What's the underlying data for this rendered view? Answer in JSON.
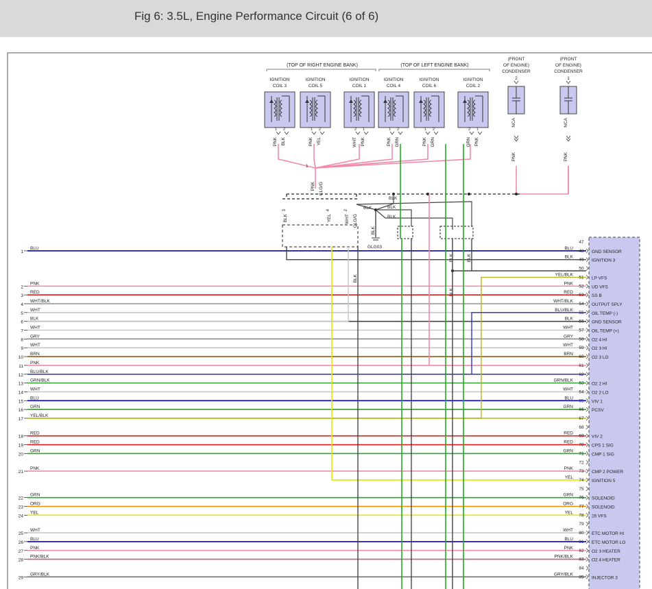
{
  "title": "Fig 6: 3.5L, Engine Performance Circuit (6 of 6)",
  "groups": [
    {
      "label": "(TOP OF RIGHT ENGINE BANK)"
    },
    {
      "label": "(TOP OF LEFT ENGINE BANK)"
    }
  ],
  "coils": [
    {
      "l1": "IGNITION",
      "l2": "COIL 3",
      "p1": "PNK",
      "n1": "1",
      "p2": "BLK",
      "n2": "2"
    },
    {
      "l1": "IGNITION",
      "l2": "COIL 5",
      "p1": "PNK",
      "n1": "1",
      "p2": "YEL",
      "n2": "2"
    },
    {
      "l1": "IGNITION",
      "l2": "COIL 1",
      "p1": "WHT",
      "n1": "2",
      "p2": "PNK",
      "n2": "1"
    },
    {
      "l1": "IGNITION",
      "l2": "COIL 4",
      "p1": "PNK",
      "n1": "1",
      "p2": "GRN",
      "n2": "2"
    },
    {
      "l1": "IGNITION",
      "l2": "COIL 6",
      "p1": "PNK",
      "n1": "1",
      "p2": "GRN",
      "n2": "2"
    },
    {
      "l1": "IGNITION",
      "l2": "COIL 2",
      "p1": "GRN",
      "n1": "2",
      "p2": "PNK",
      "n2": "1"
    }
  ],
  "condensers": [
    {
      "l1": "(FRONT",
      "l2": "OF ENGINE)",
      "l3": "CONDENSER",
      "pin": "2",
      "nca": "NCA",
      "wire": "PNK"
    },
    {
      "l1": "(FRONT",
      "l2": "OF ENGINE)",
      "l3": "CONDENSER",
      "pin": "1",
      "nca": "NCA",
      "wire": "PNK"
    }
  ],
  "splice": {
    "pin": "1",
    "wire": "PNK",
    "code": "CLG/G"
  },
  "connector": {
    "w1": "BLK",
    "p1": "3",
    "w2": "YEL",
    "p2": "4",
    "w3": "WHT",
    "p3": "2",
    "code": "CLG/G"
  },
  "ground": {
    "label": "GLG03",
    "wire": "BLK"
  },
  "bus_labels": {
    "a": "BLK",
    "b": "BLK",
    "c": "BLK",
    "d": "BLK",
    "e": "BLK",
    "f": "BLK",
    "g": "BLK",
    "h": "BLK",
    "i": "BLK"
  },
  "rows": [
    {
      "n": "1",
      "lw": "BLU",
      "c": "#0000cc",
      "pin": "48",
      "rw": "BLU",
      "func": "GND SENSOR"
    },
    {
      "n": "",
      "lw": "",
      "c": "",
      "pin": "49",
      "rw": "BLK",
      "func": "IGNITION 3"
    },
    {
      "n": "",
      "lw": "",
      "c": "",
      "pin": "50",
      "rw": "",
      "func": ""
    },
    {
      "n": "",
      "lw": "",
      "c": "",
      "pin": "51",
      "rw": "YEL/BLK",
      "func": "LP VFS"
    },
    {
      "n": "2",
      "lw": "PNK",
      "c": "#f08aa8",
      "pin": "52",
      "rw": "PNK",
      "func": "UD VFS"
    },
    {
      "n": "3",
      "lw": "RED",
      "c": "#e01818",
      "pin": "53",
      "rw": "RED",
      "func": "SS B"
    },
    {
      "n": "4",
      "lw": "WHT/BLK",
      "c": "#9a9a9a",
      "pin": "54",
      "rw": "WHT/BLK",
      "func": "OUTPUT SPLY"
    },
    {
      "n": "5",
      "lw": "WHT",
      "c": "#c8c8c8",
      "pin": "55",
      "rw": "BLU/BLK",
      "func": "OIL TEMP (-)"
    },
    {
      "n": "6",
      "lw": "BLK",
      "c": "#444444",
      "pin": "56",
      "rw": "BLK",
      "func": "GND SENSOR"
    },
    {
      "n": "7",
      "lw": "WHT",
      "c": "#c8c8c8",
      "pin": "57",
      "rw": "WHT",
      "func": "OIL TEMP (+)"
    },
    {
      "n": "8",
      "lw": "GRY",
      "c": "#8c8c8c",
      "pin": "58",
      "rw": "GRY",
      "func": "O2 4 HI"
    },
    {
      "n": "9",
      "lw": "WHT",
      "c": "#c8c8c8",
      "pin": "59",
      "rw": "WHT",
      "func": "O2 3 HI"
    },
    {
      "n": "10",
      "lw": "BRN",
      "c": "#8b5a1a",
      "pin": "60",
      "rw": "BRN",
      "func": "O2 3 LO"
    },
    {
      "n": "11",
      "lw": "PNK",
      "c": "#f08aa8",
      "pin": "61",
      "rw": "",
      "func": ""
    },
    {
      "n": "12",
      "lw": "BLU/BLK",
      "c": "#3030c0",
      "pin": "62",
      "rw": "",
      "func": ""
    },
    {
      "n": "13",
      "lw": "GRN/BLK",
      "c": "#3aa53a",
      "pin": "63",
      "rw": "GRN/BLK",
      "func": "O2 2 HI"
    },
    {
      "n": "14",
      "lw": "WHT",
      "c": "#c8c8c8",
      "pin": "64",
      "rw": "WHT",
      "func": "O2 2 LO"
    },
    {
      "n": "15",
      "lw": "BLU",
      "c": "#0000cc",
      "pin": "65",
      "rw": "BLU",
      "func": "VIV 1"
    },
    {
      "n": "16",
      "lw": "GRN",
      "c": "#22aa22",
      "pin": "66",
      "rw": "GRN",
      "func": "PCSV"
    },
    {
      "n": "17",
      "lw": "YEL/BLK",
      "c": "#b5b520",
      "pin": "67",
      "rw": "",
      "func": ""
    },
    {
      "n": "",
      "lw": "",
      "c": "",
      "pin": "68",
      "rw": "",
      "func": ""
    },
    {
      "n": "18",
      "lw": "RED",
      "c": "#e01818",
      "pin": "69",
      "rw": "RED",
      "func": "VIV 2"
    },
    {
      "n": "19",
      "lw": "RED",
      "c": "#e01818",
      "pin": "70",
      "rw": "RED",
      "func": "CPS 1 SIG"
    },
    {
      "n": "20",
      "lw": "GRN",
      "c": "#22aa22",
      "pin": "71",
      "rw": "GRN",
      "func": "CMP 1 SIG"
    },
    {
      "n": "",
      "lw": "",
      "c": "",
      "pin": "72",
      "rw": "",
      "func": ""
    },
    {
      "n": "21",
      "lw": "PNK",
      "c": "#f08aa8",
      "pin": "73",
      "rw": "PNK",
      "func": "CMP 2 POWER"
    },
    {
      "n": "",
      "lw": "",
      "c": "",
      "pin": "74",
      "rw": "YEL",
      "func": "IGNITION 5"
    },
    {
      "n": "",
      "lw": "",
      "c": "",
      "pin": "75",
      "rw": "",
      "func": ""
    },
    {
      "n": "22",
      "lw": "GRN",
      "c": "#22aa22",
      "pin": "76",
      "rw": "GRN",
      "func": "SOLENOID"
    },
    {
      "n": "23",
      "lw": "ORG",
      "c": "#f08c00",
      "pin": "77",
      "rw": "ORG",
      "func": "SOLENOID"
    },
    {
      "n": "24",
      "lw": "YEL",
      "c": "#e6e600",
      "pin": "78",
      "rw": "YEL",
      "func": "26 VFS"
    },
    {
      "n": "",
      "lw": "",
      "c": "",
      "pin": "79",
      "rw": "",
      "func": ""
    },
    {
      "n": "25",
      "lw": "WHT",
      "c": "#c8c8c8",
      "pin": "80",
      "rw": "WHT",
      "func": "ETC MOTOR HI"
    },
    {
      "n": "26",
      "lw": "BLU",
      "c": "#0000cc",
      "pin": "81",
      "rw": "BLU",
      "func": "ETC MOTOR LO"
    },
    {
      "n": "27",
      "lw": "PNK",
      "c": "#f08aa8",
      "pin": "82",
      "rw": "PNK",
      "func": "O2 3 HEATER"
    },
    {
      "n": "28",
      "lw": "PNK/BLK",
      "c": "#c06080",
      "pin": "83",
      "rw": "PNK/BLK",
      "func": "O2 4 HEATER"
    },
    {
      "n": "",
      "lw": "",
      "c": "",
      "pin": "84",
      "rw": "",
      "func": ""
    },
    {
      "n": "29",
      "lw": "GRY/BLK",
      "c": "#707070",
      "pin": "85",
      "rw": "GRY/BLK",
      "func": "INJECTOR 3"
    }
  ],
  "pcm_first_pin": "47"
}
